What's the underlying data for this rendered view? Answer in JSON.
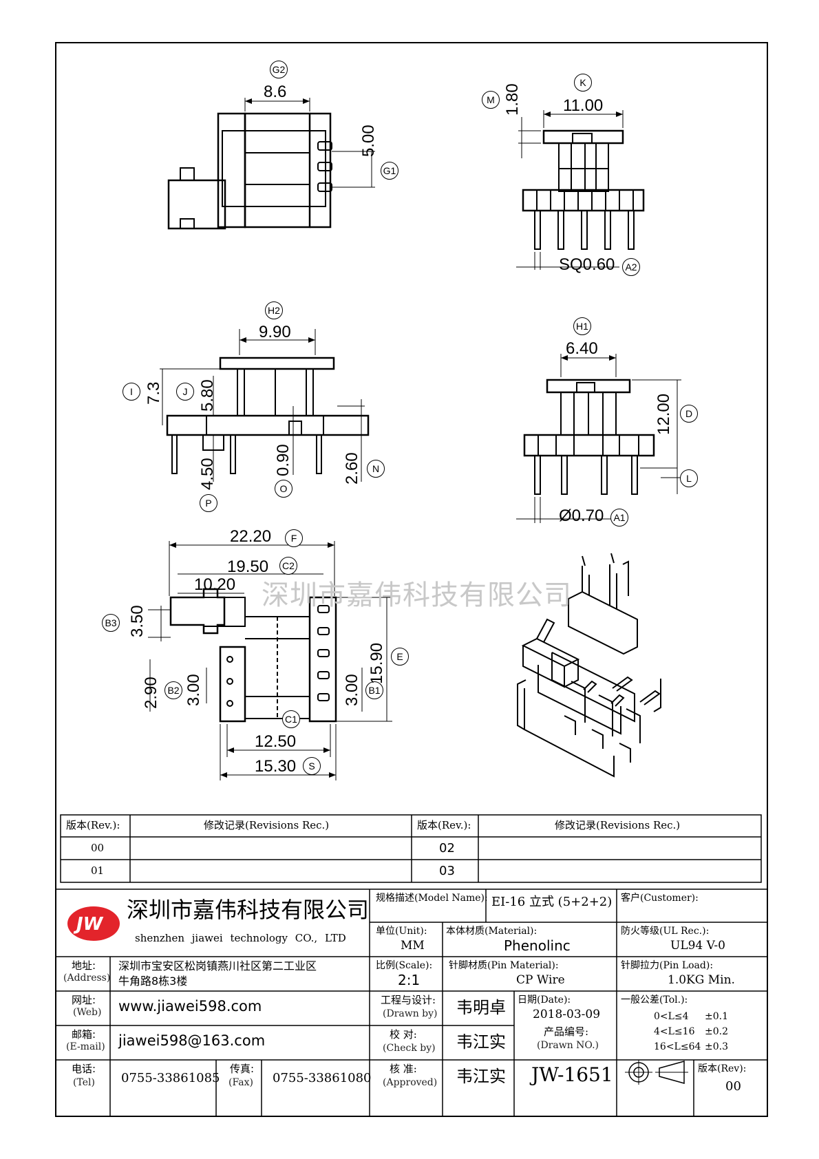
{
  "watermark": "深圳市嘉伟科技有限公司",
  "dimensions": {
    "G2": "G2",
    "d_8_6": "8.6",
    "G1": "G1",
    "d_5_00": "5.00",
    "K": "K",
    "d_11_00": "11.00",
    "M": "M",
    "d_1_80": "1.80",
    "SQ": "SQ0.60",
    "A2": "A2",
    "H2": "H2",
    "d_9_90": "9.90",
    "I": "I",
    "d_7_3": "7.3",
    "J": "J",
    "d_5_80": "5.80",
    "d_4_50": "4.50",
    "P": "P",
    "d_0_90": "0.90",
    "O": "O",
    "d_2_60": "2.60",
    "N": "N",
    "H1": "H1",
    "d_6_40": "6.40",
    "d_12_00": "12.00",
    "D": "D",
    "L": "L",
    "phi": "Ø0.70",
    "A1": "A1",
    "d_22_20": "22.20",
    "F": "F",
    "d_19_50": "19.50",
    "C2": "C2",
    "d_10_20": "10.20",
    "d_3_50": "3.50",
    "B3": "B3",
    "d_2_90": "2.90",
    "B2": "B2",
    "d_3_00a": "3.00",
    "d_3_00b": "3.00",
    "B1": "B1",
    "d_15_90": "15.90",
    "E": "E",
    "C1": "C1",
    "d_12_50": "12.50",
    "d_15_30": "15.30",
    "S": "S"
  },
  "revisions": {
    "rev_header": "版本(Rev.):",
    "rec_header": "修改记录(Revisions Rec.)",
    "left": [
      "00",
      "01"
    ],
    "right": [
      "02",
      "03"
    ]
  },
  "title_block": {
    "logo": "JW",
    "company_cn": "深圳市嘉伟科技有限公司",
    "company_en": "shenzhen  jiawei  technology  CO., LTD",
    "address_label": "地址:",
    "address_label_en": "(Address)",
    "address_line1": "深圳市宝安区松岗镇燕川社区第二工业区",
    "address_line2": "牛角路8栋3楼",
    "web_label": "网址:",
    "web_label_en": "(Web)",
    "web": "www.jiawei598.com",
    "email_label": "邮箱:",
    "email_label_en": "(E-mail)",
    "email": "jiawei598@163.com",
    "tel_label": "电话:",
    "tel_label_en": "(Tel)",
    "tel": "0755-33861085",
    "fax_label": "传真:",
    "fax_label_en": "(Fax)",
    "fax": "0755-33861080",
    "model_label": "规格描述(Model Name):",
    "model": "EI-16 立式 (5+2+2)",
    "customer_label": "客户(Customer):",
    "unit_label": "单位(Unit):",
    "unit": "MM",
    "material_label": "本体材质(Material):",
    "material": "Phenolinc",
    "ul_label": "防火等级(UL Rec.):",
    "ul": "UL94 V-0",
    "scale_label": "比例(Scale):",
    "scale": "2:1",
    "pin_material_label": "针脚材质(Pin Material):",
    "pin_material": "CP Wire",
    "pin_load_label": "针脚拉力(Pin Load):",
    "pin_load": "1.0KG Min.",
    "design_label": "工程与设计:",
    "design_label_en": "(Drawn by)",
    "designer": "韦明卓",
    "date_label": "日期(Date):",
    "date": "2018-03-09",
    "tol_label": "一般公差(Tol.):",
    "tol1_range": "0<L≤4",
    "tol1_val": "±0.1",
    "tol2_range": "4<L≤16",
    "tol2_val": "±0.2",
    "tol3_range": "16<L≤64",
    "tol3_val": "±0.3",
    "check_label": "校    对:",
    "check_label_en": "(Check by)",
    "checker": "韦江实",
    "product_no_label": "产品编号:",
    "product_no_label_en": "(Drawn NO.)",
    "approve_label": "核    准:",
    "approve_label_en": "(Approved)",
    "approver": "韦江实",
    "drawing_no": "JW-1651",
    "rev_label": "版本(Rev):",
    "rev": "00"
  },
  "colors": {
    "logo_red": "#e3242b",
    "watermark": "#c8c8c8"
  }
}
